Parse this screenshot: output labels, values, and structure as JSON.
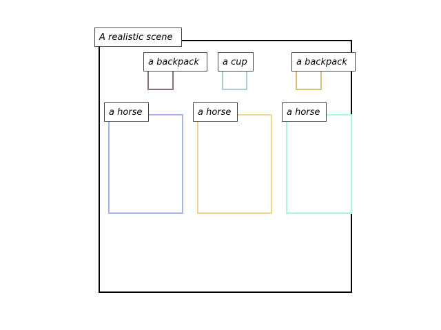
{
  "scene": {
    "caption": "A realistic scene",
    "frame_color": "#000000"
  },
  "objects": [
    {
      "id": "backpack-1",
      "label": "a backpack",
      "color": "#8b6f73"
    },
    {
      "id": "cup-1",
      "label": "a cup",
      "color": "#a9ccd4"
    },
    {
      "id": "backpack-2",
      "label": "a backpack",
      "color": "#d8bd7b"
    },
    {
      "id": "horse-1",
      "label": "a horse",
      "color": "#a9b2f2"
    },
    {
      "id": "horse-2",
      "label": "a horse",
      "color": "#f5d38c"
    },
    {
      "id": "horse-3",
      "label": "a horse",
      "color": "#a9f5ea"
    }
  ]
}
